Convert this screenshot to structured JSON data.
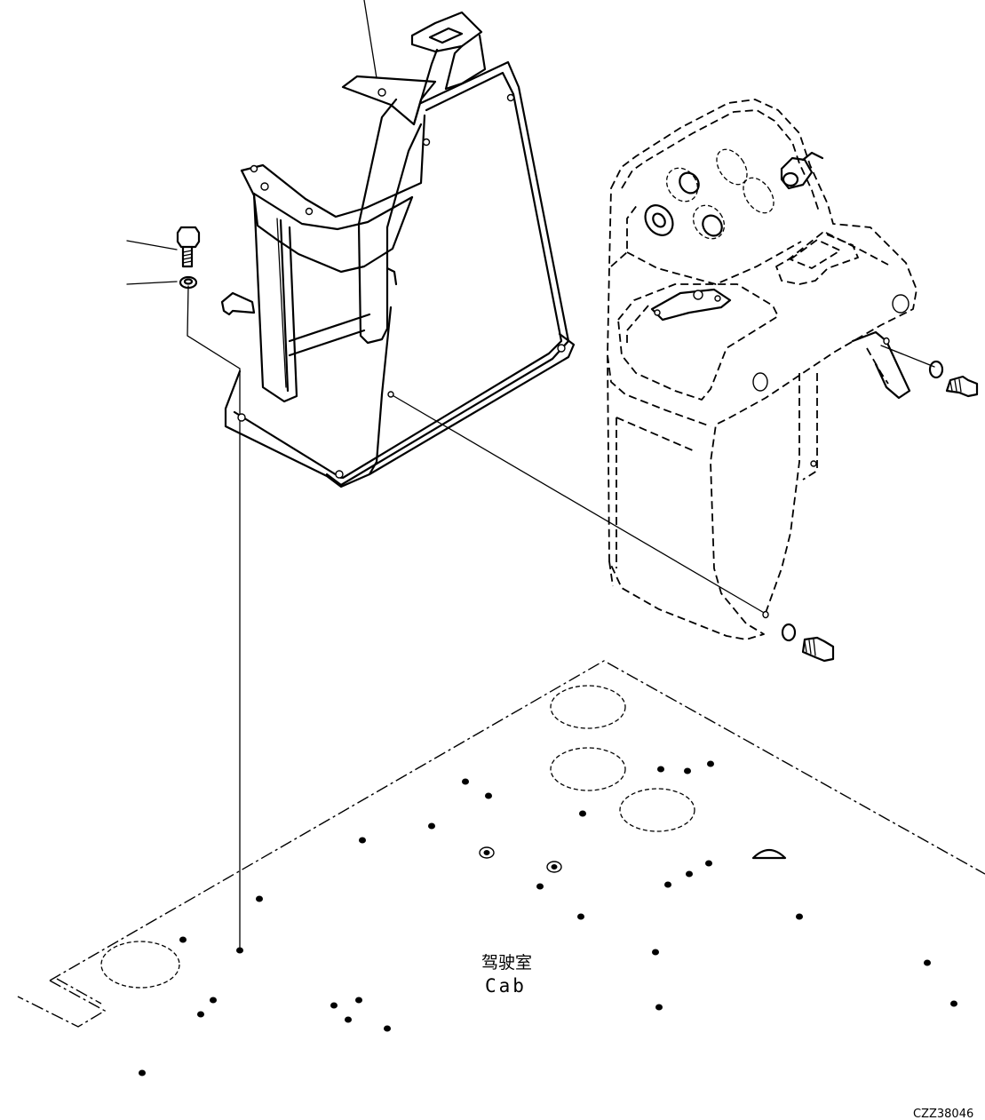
{
  "labels": {
    "cab_cn": "驾驶室",
    "cab_en": "Cab",
    "drawing_code": "CZZ38046"
  },
  "colors": {
    "line": "#000000",
    "background": "#ffffff"
  }
}
